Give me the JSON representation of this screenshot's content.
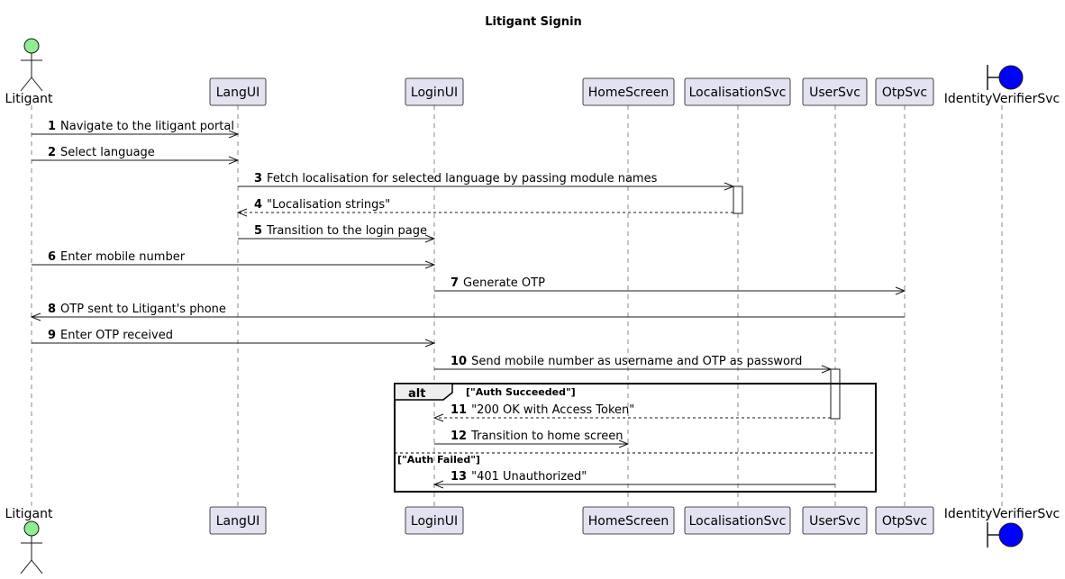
{
  "diagram": {
    "title": "Litigant Signin",
    "participants": [
      {
        "id": "litigant",
        "label": "Litigant",
        "kind": "actor"
      },
      {
        "id": "langui",
        "label": "LangUI",
        "kind": "participant"
      },
      {
        "id": "loginui",
        "label": "LoginUI",
        "kind": "participant"
      },
      {
        "id": "homescreen",
        "label": "HomeScreen",
        "kind": "participant"
      },
      {
        "id": "localisationsvc",
        "label": "LocalisationSvc",
        "kind": "participant"
      },
      {
        "id": "usersvc",
        "label": "UserSvc",
        "kind": "participant"
      },
      {
        "id": "otpsvc",
        "label": "OtpSvc",
        "kind": "participant"
      },
      {
        "id": "identityverifiersvc",
        "label": "IdentityVerifierSvc",
        "kind": "boundary"
      }
    ],
    "messages": [
      {
        "n": "1",
        "from": "litigant",
        "to": "langui",
        "text": "Navigate to the litigant portal",
        "style": "solid"
      },
      {
        "n": "2",
        "from": "litigant",
        "to": "langui",
        "text": "Select language",
        "style": "solid"
      },
      {
        "n": "3",
        "from": "langui",
        "to": "localisationsvc",
        "text": "Fetch localisation for selected language by passing module names",
        "style": "solid"
      },
      {
        "n": "4",
        "from": "localisationsvc",
        "to": "langui",
        "text": "\"Localisation strings\"",
        "style": "dashed"
      },
      {
        "n": "5",
        "from": "langui",
        "to": "loginui",
        "text": "Transition to the login page",
        "style": "solid"
      },
      {
        "n": "6",
        "from": "litigant",
        "to": "loginui",
        "text": "Enter mobile number",
        "style": "solid"
      },
      {
        "n": "7",
        "from": "loginui",
        "to": "otpsvc",
        "text": "Generate OTP",
        "style": "solid"
      },
      {
        "n": "8",
        "from": "otpsvc",
        "to": "litigant",
        "text": "OTP sent to Litigant's phone",
        "style": "solid"
      },
      {
        "n": "9",
        "from": "litigant",
        "to": "loginui",
        "text": "Enter OTP received",
        "style": "solid"
      },
      {
        "n": "10",
        "from": "loginui",
        "to": "usersvc",
        "text": "Send mobile number as username and OTP as password",
        "style": "solid"
      },
      {
        "n": "11",
        "from": "usersvc",
        "to": "loginui",
        "text": "\"200 OK with Access Token\"",
        "style": "dashed"
      },
      {
        "n": "12",
        "from": "loginui",
        "to": "homescreen",
        "text": "Transition to home screen",
        "style": "solid"
      },
      {
        "n": "13",
        "from": "usersvc",
        "to": "loginui",
        "text": "\"401 Unauthorized\"",
        "style": "solid"
      }
    ],
    "alt": {
      "keyword": "alt",
      "conditions": [
        "[\"Auth Succeeded\"]",
        "[\"Auth Failed\"]"
      ]
    },
    "colors": {
      "participant_fill": "#E2E2F0",
      "actor_fill": "#90EE90",
      "boundary_fill": "#0000FF"
    }
  }
}
